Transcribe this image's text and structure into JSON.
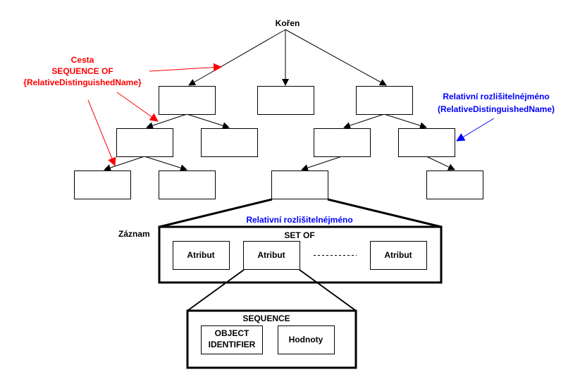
{
  "colors": {
    "black": "#000000",
    "red": "#ff0000",
    "blue": "#0000ff"
  },
  "root": {
    "label": "Kořen"
  },
  "path_annotation": {
    "lines": [
      "Cesta",
      "SEQUENCE OF",
      "{RelativeDistinguishedName}"
    ]
  },
  "rdn_annotation": {
    "lines": [
      "Relativní rozlišitelnéjméno",
      "(RelativeDistinguishedName)"
    ]
  },
  "entry": {
    "rdn_title": "Relativní rozlišitelnéjméno",
    "side_label": "Záznam",
    "set_label": "SET OF",
    "attributes": [
      "Atribut",
      "Atribut",
      "Atribut"
    ],
    "ellipsis": "- - - - - - - - - -"
  },
  "attribute_detail": {
    "sequence_label": "SEQUENCE",
    "oid_lines": [
      "OBJECT",
      "IDENTIFIER"
    ],
    "values_label": "Hodnoty"
  }
}
